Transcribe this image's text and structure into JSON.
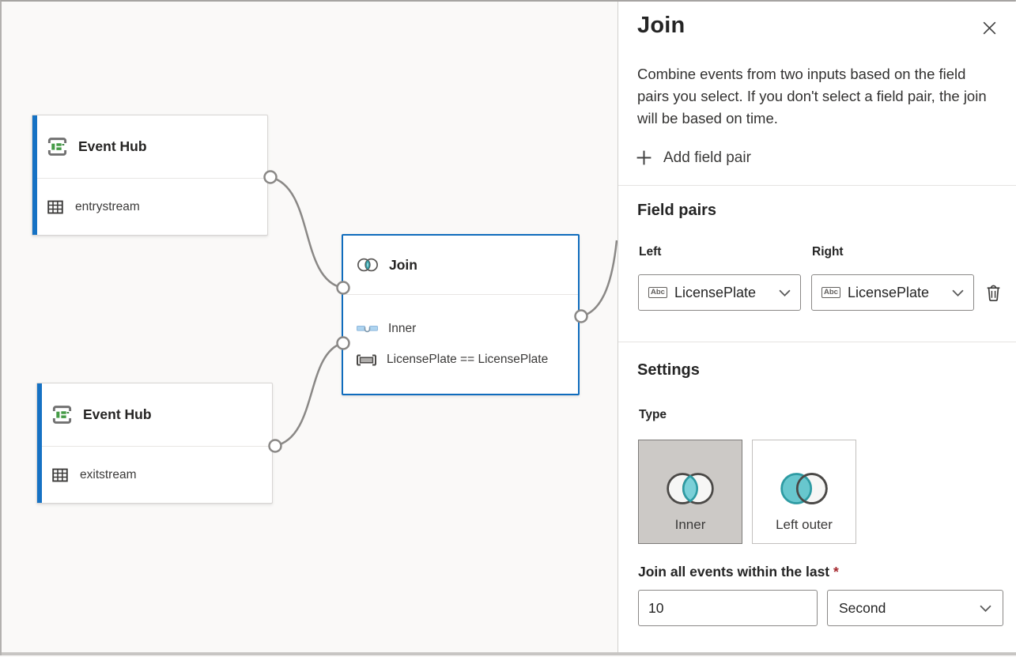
{
  "canvas": {
    "nodes": [
      {
        "title": "Event Hub",
        "stream": "entrystream"
      },
      {
        "title": "Event Hub",
        "stream": "exitstream"
      },
      {
        "title": "Join",
        "join_type": "Inner",
        "condition": "LicensePlate == LicensePlate"
      }
    ]
  },
  "panel": {
    "title": "Join",
    "description": "Combine events from two inputs based on the field pairs you select. If you don't select a field pair, the join will be based on time.",
    "add_field_pair_label": "Add field pair",
    "field_pairs": {
      "heading": "Field pairs",
      "left_label": "Left",
      "right_label": "Right",
      "left_value": "LicensePlate",
      "right_value": "LicensePlate",
      "type_badge": "Abc"
    },
    "settings": {
      "heading": "Settings",
      "type_label": "Type",
      "options": [
        {
          "label": "Inner",
          "selected": true
        },
        {
          "label": "Left outer",
          "selected": false
        }
      ],
      "window_label": "Join all events within the last",
      "required_marker": "*",
      "window_value": "10",
      "window_unit": "Second"
    }
  },
  "colors": {
    "accent_blue": "#0f6cbd",
    "node_accent_bar": "#1672c4",
    "venn_teal_fill": "#7bd0d8",
    "venn_teal_stroke": "#2e9ba3",
    "connector_gray": "#8a8886",
    "selected_card_bg": "#ccc9c6",
    "required_red": "#a4262c"
  }
}
